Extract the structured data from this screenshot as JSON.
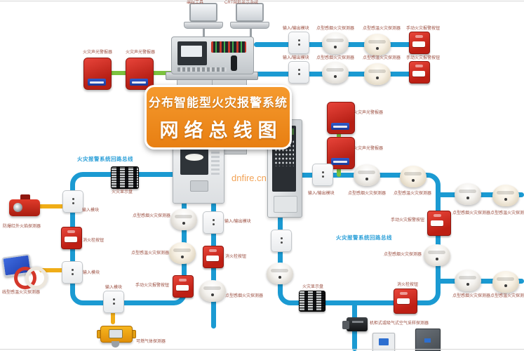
{
  "banner": {
    "line1": "分布智能型火灾报警系统",
    "line2": "网络总线图"
  },
  "top": {
    "laptop_left": "编程工具",
    "laptop_right": "CRT图形显示系统"
  },
  "watermark": "dnfire.cn",
  "labels": {
    "alarm": "火灾声光警报器",
    "io_module": "输入/输出模块",
    "input_module": "输入模块",
    "smoke": "点型感烟火灾探测器",
    "heat": "点型感温火灾探测器",
    "manual_button": "手动火灾报警按钮",
    "hydrant_button": "消火栓按钮",
    "fire_display": "火灾显示盘",
    "flame": "防爆红外火焰探测器",
    "linear_heat": "线型感温火灾探测器",
    "gas": "可燃气体探测器",
    "sampler": "机柜式或吸气式空气采样探测器",
    "loop_bus": "火灾报警系统回路总线"
  },
  "colors": {
    "bus_blue": "#1b9ad2",
    "line_green": "#7cc23e",
    "line_yellow": "#f0ad17",
    "banner_orange": "#ee8316",
    "device_label": "#9b4f41",
    "loop_label": "#2a9fd8"
  }
}
